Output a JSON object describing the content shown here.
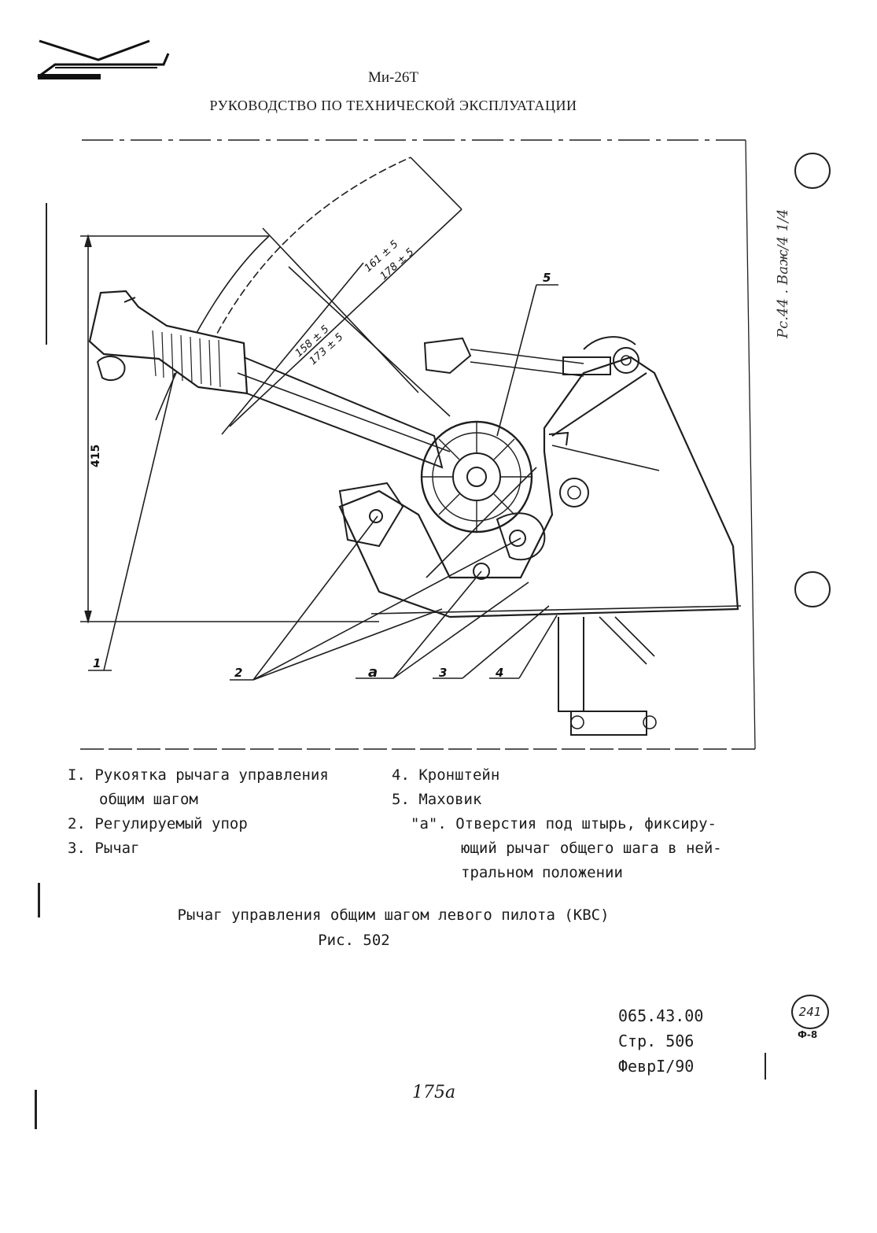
{
  "header": {
    "model": "Ми-26Т",
    "manual_title": "РУКОВОДСТВО ПО ТЕХНИЧЕСКОЙ ЭКСПЛУАТАЦИИ"
  },
  "drawing": {
    "callouts": [
      "1",
      "2",
      "a",
      "3",
      "4",
      "5"
    ],
    "dimensions": {
      "height": "415",
      "d1": "161 ± 5",
      "d2": "178 ± 5",
      "d3": "158 ± 5",
      "d4": "173 ± 5"
    }
  },
  "legend": {
    "left": [
      {
        "num": "I.",
        "text": "Рукоятка рычага управления"
      },
      {
        "num": "",
        "text": "общим шагом"
      },
      {
        "num": "2.",
        "text": "Регулируемый упор"
      },
      {
        "num": "3.",
        "text": "Рычаг"
      }
    ],
    "right": [
      {
        "num": "4.",
        "text": "Кронштейн"
      },
      {
        "num": "5.",
        "text": "Маховик"
      },
      {
        "num": "\"а\".",
        "text": "Отверстия под штырь, фиксиру-"
      },
      {
        "num": "",
        "text": "ющий рычаг общего шага в ней-"
      },
      {
        "num": "",
        "text": "тральном положении"
      }
    ]
  },
  "caption": {
    "title": "Рычаг управления общим шагом левого пилота (КВС)",
    "figure": "Рис. 502"
  },
  "footer": {
    "section": "065.43.00",
    "page": "Стр. 506",
    "date": "ФеврI/90",
    "sheet_stamp": "241",
    "stamp_sub": "Ф-8",
    "handwritten_number": "175а",
    "margin_note": "Рс.44 . Важ/4 1/4"
  }
}
